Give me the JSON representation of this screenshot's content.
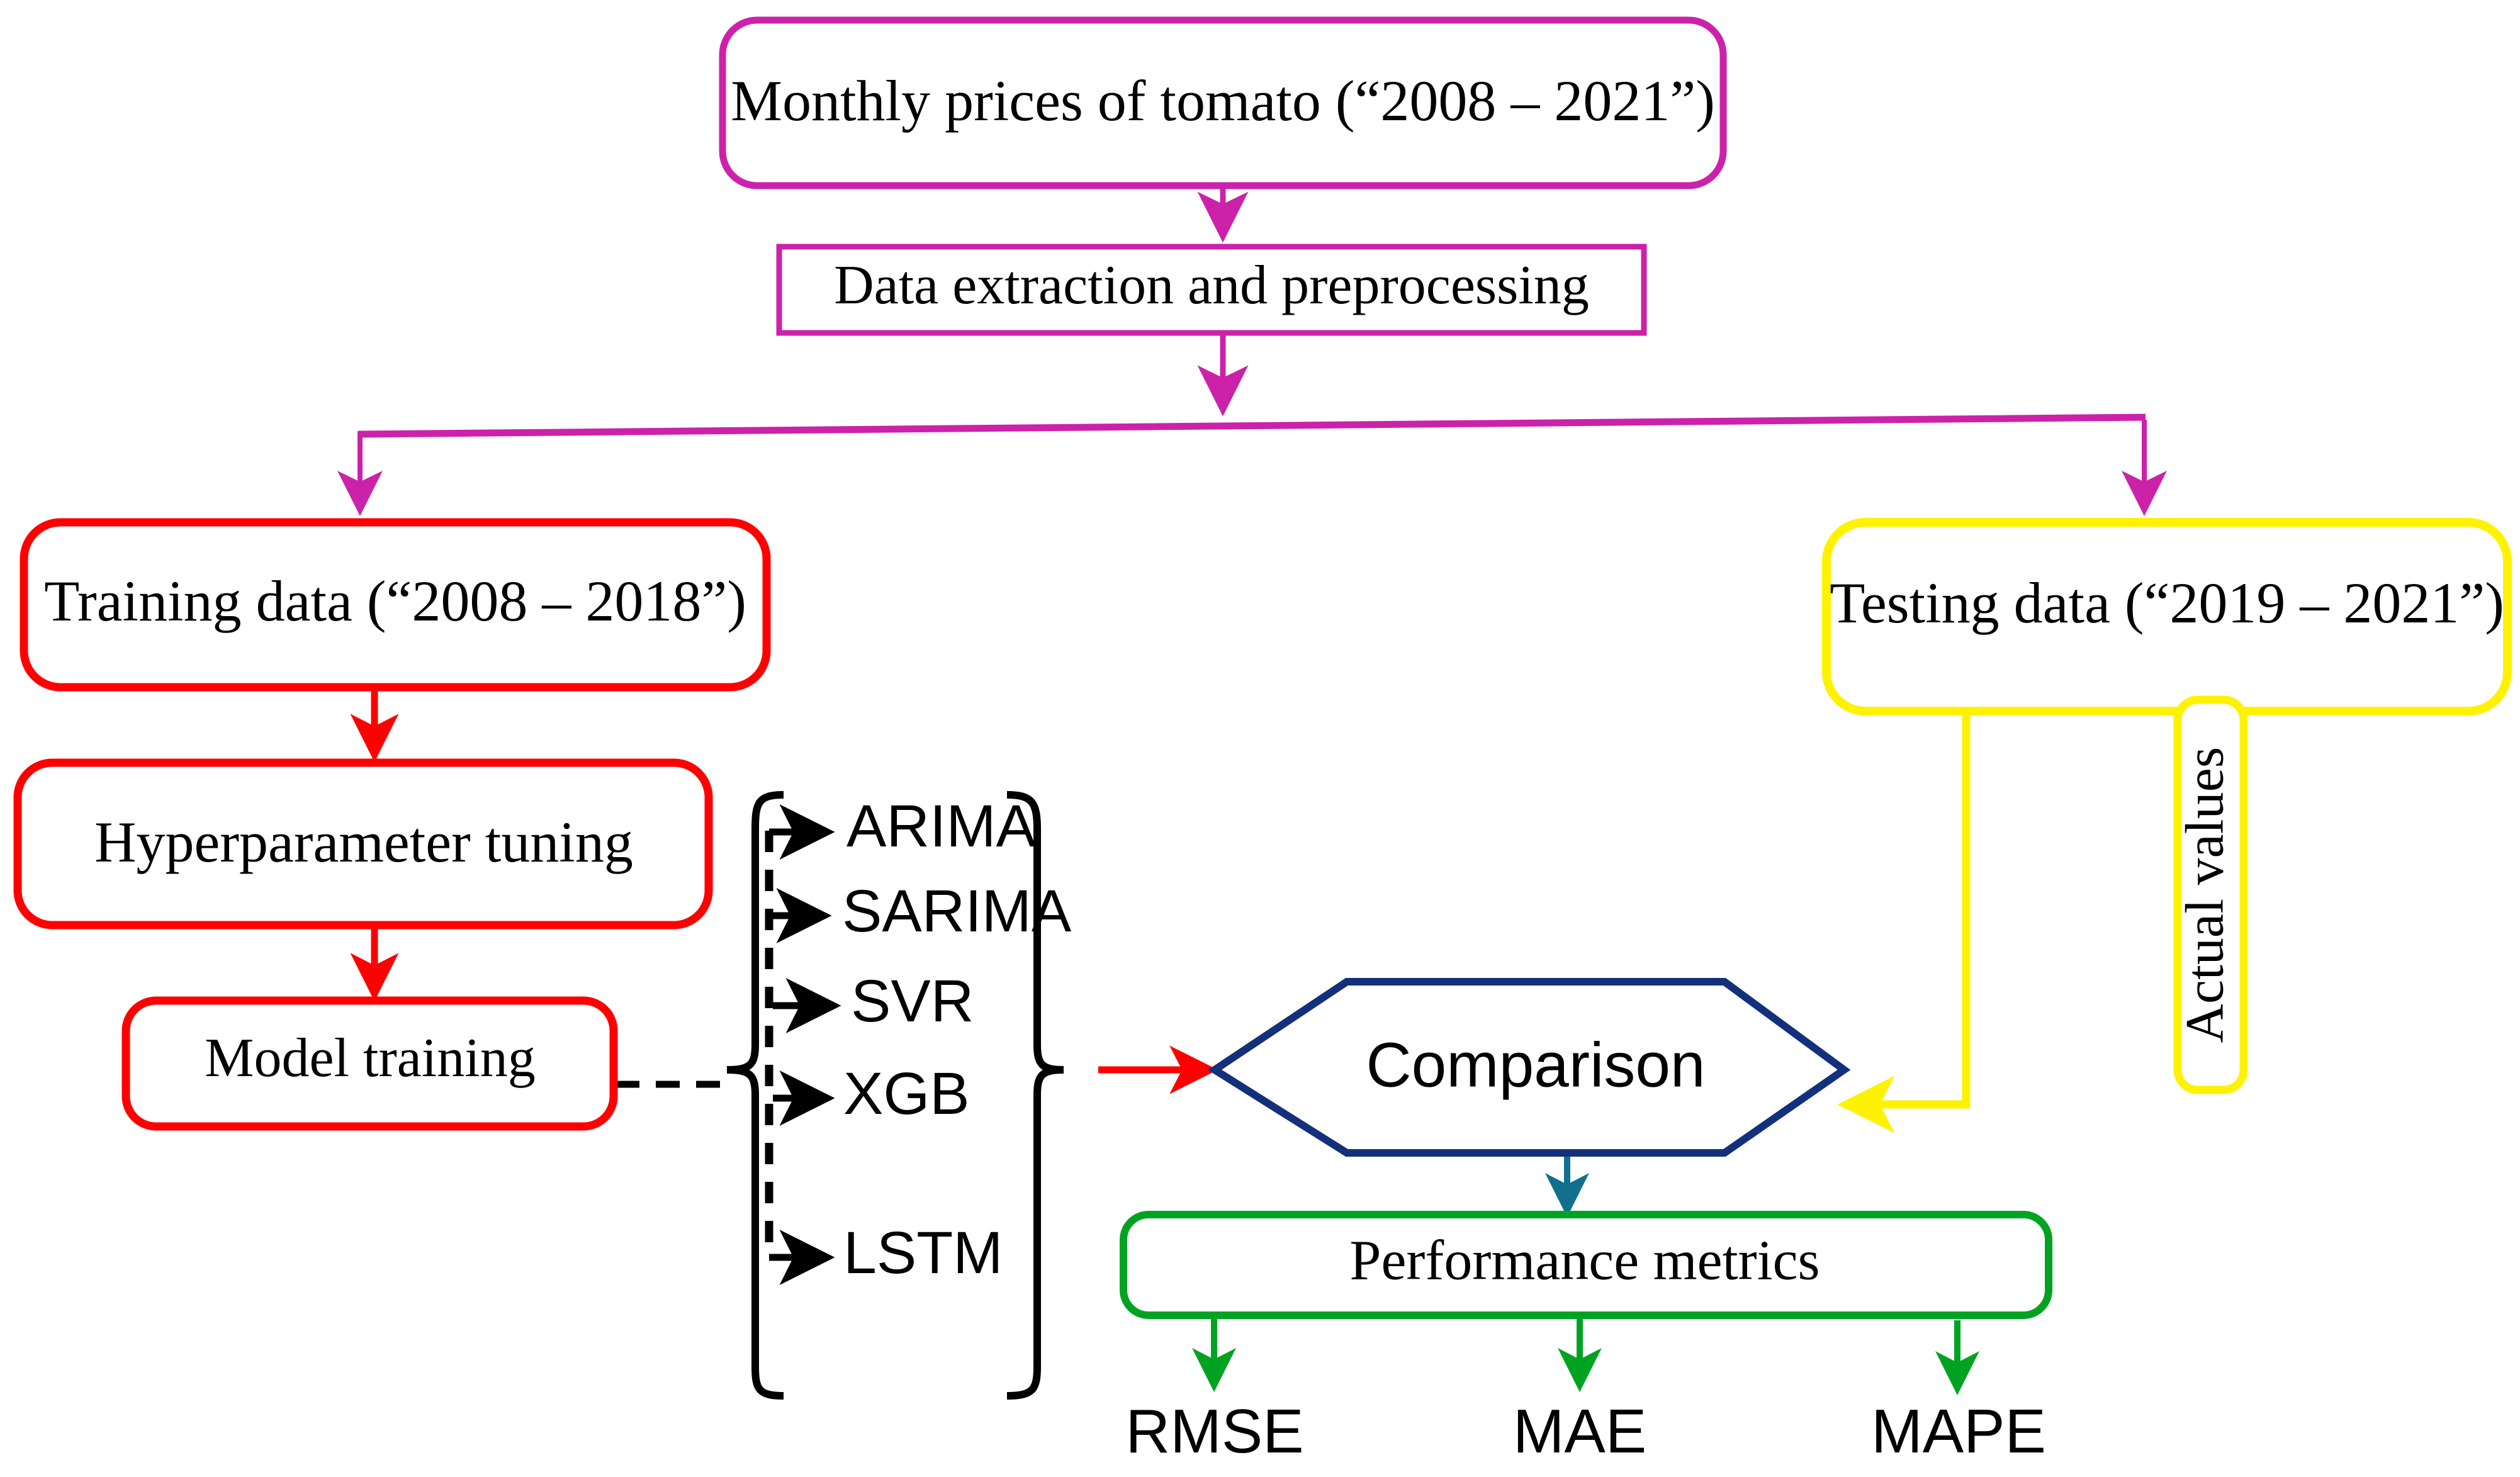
{
  "diagram": {
    "title_present": false,
    "background": "#ffffff",
    "colors": {
      "magenta": "#CC22AA",
      "red": "#FF0000",
      "yellow": "#FFF200",
      "navy": "#12307B",
      "teal": "#12708F",
      "green": "#00A321",
      "black": "#000000"
    }
  },
  "nodes": {
    "source_data": {
      "label": "Monthly prices of tomato (“2008 – 2021”)",
      "color": "#CC22AA",
      "shape": "rounded-rect"
    },
    "preprocessing": {
      "label": "Data extraction and preprocessing",
      "color": "#CC22AA",
      "shape": "rect"
    },
    "training_data": {
      "label": "Training data (“2008 – 2018”)",
      "color": "#FF0000",
      "shape": "rounded-rect"
    },
    "testing_data": {
      "label": "Testing data (“2019 – 2021”)",
      "color": "#FFF200",
      "shape": "rounded-rect"
    },
    "hyperparameter_tuning": {
      "label": "Hyperparameter tuning",
      "color": "#FF0000",
      "shape": "rounded-rect"
    },
    "model_training": {
      "label": "Model training",
      "color": "#FF0000",
      "shape": "rounded-rect"
    },
    "comparison": {
      "label": "Comparison",
      "color": "#12307B",
      "shape": "hexagon"
    },
    "actual_values": {
      "label": "Actual values",
      "color": "#FFF200",
      "shape": "rounded-rect-vertical"
    },
    "performance_metrics": {
      "label": "Performance metrics",
      "color": "#00A321",
      "shape": "rounded-rect"
    }
  },
  "models": {
    "bracket_style": "curly-braces",
    "items": [
      {
        "label": "ARIMA"
      },
      {
        "label": "SARIMA"
      },
      {
        "label": "SVR"
      },
      {
        "label": "XGB"
      },
      {
        "label": "LSTM"
      }
    ]
  },
  "metrics": [
    {
      "label": "RMSE"
    },
    {
      "label": "MAE"
    },
    {
      "label": "MAPE"
    }
  ],
  "edges": [
    {
      "from": "source_data",
      "to": "preprocessing",
      "color": "#CC22AA"
    },
    {
      "from": "preprocessing",
      "to": "split",
      "color": "#CC22AA"
    },
    {
      "from": "split",
      "to": "training_data",
      "color": "#CC22AA"
    },
    {
      "from": "split",
      "to": "testing_data",
      "color": "#CC22AA"
    },
    {
      "from": "training_data",
      "to": "hyperparameter_tuning",
      "color": "#FF0000"
    },
    {
      "from": "hyperparameter_tuning",
      "to": "model_training",
      "color": "#FF0000"
    },
    {
      "from": "model_training",
      "to": "models",
      "color": "#000000",
      "style": "dashed"
    },
    {
      "from": "models",
      "to": "comparison",
      "color": "#FF0000"
    },
    {
      "from": "testing_data",
      "to": "comparison",
      "color": "#FFF200",
      "label": "Actual values"
    },
    {
      "from": "comparison",
      "to": "performance_metrics",
      "color": "#12708F"
    },
    {
      "from": "performance_metrics",
      "to": "RMSE",
      "color": "#00A321"
    },
    {
      "from": "performance_metrics",
      "to": "MAE",
      "color": "#00A321"
    },
    {
      "from": "performance_metrics",
      "to": "MAPE",
      "color": "#00A321"
    }
  ]
}
